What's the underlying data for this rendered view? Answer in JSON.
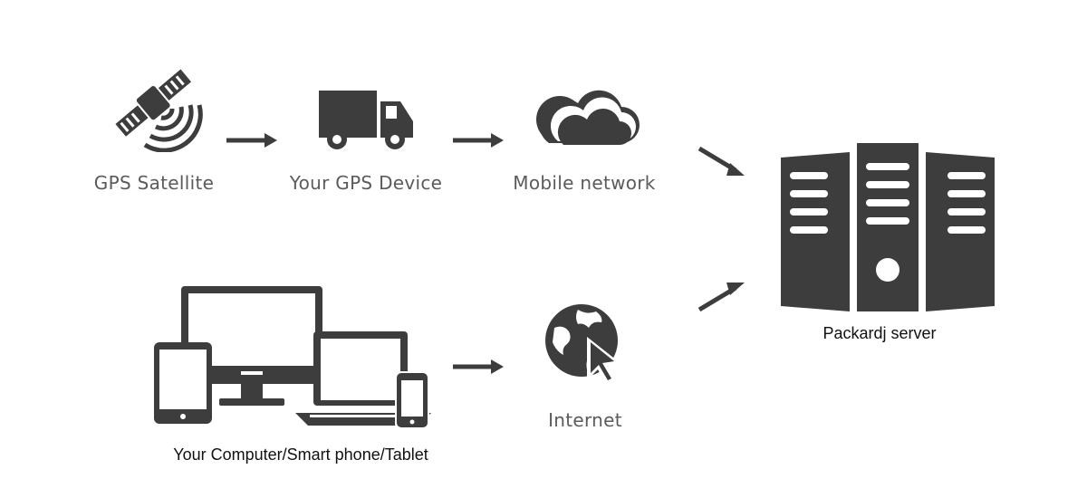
{
  "nodes": {
    "gps_satellite": {
      "label": "GPS Satellite"
    },
    "gps_device": {
      "label": "Your GPS Device"
    },
    "mobile_network": {
      "label": "Mobile network"
    },
    "server": {
      "label": "Packardj server"
    },
    "devices": {
      "label": "Your Computer/Smart phone/Tablet"
    },
    "internet": {
      "label": "Internet"
    }
  },
  "colors": {
    "icon": "#3d3d3d",
    "label_grey": "#5b5b5b",
    "label_dark": "#111111"
  },
  "icons": {
    "gps_satellite": "satellite-icon",
    "gps_device": "truck-icon",
    "mobile_network": "cloud-icon",
    "server": "server-icon",
    "devices": "devices-icon",
    "internet": "globe-cursor-icon"
  }
}
